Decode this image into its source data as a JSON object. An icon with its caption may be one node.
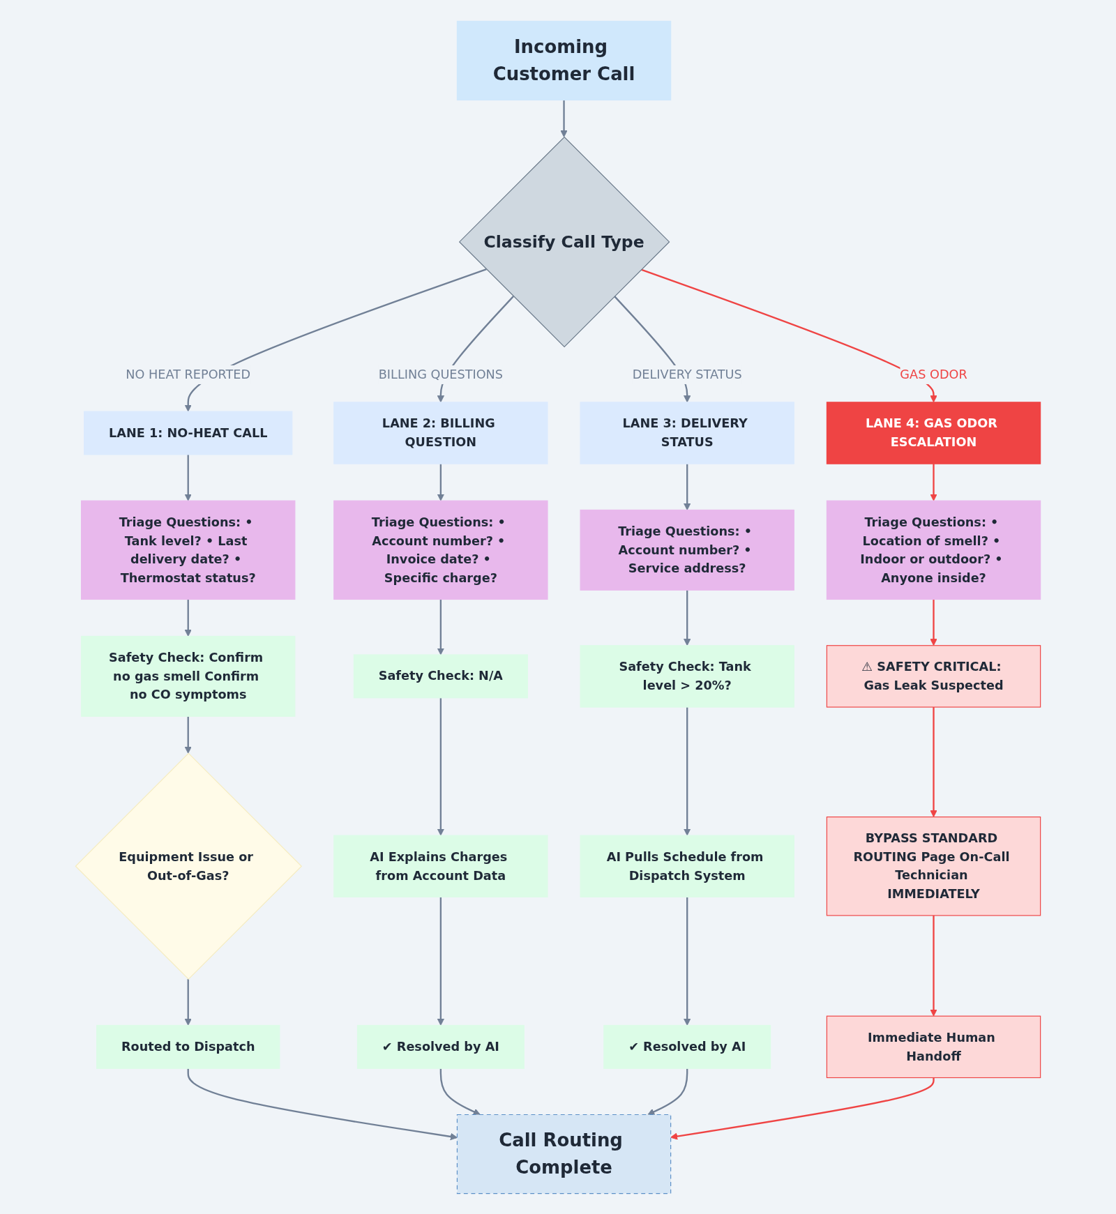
{
  "diagram": {
    "nodes": [
      {
        "text": [
          "Incoming Customer Call"
        ]
      },
      {
        "text": [
          "Classify Call Type"
        ]
      },
      {
        "text": [
          "LANE 1: NO-HEAT CALL"
        ]
      },
      {
        "text": [
          "Triage Questions: • Tank level? • Last delivery date? • Thermostat status?"
        ]
      },
      {
        "text": [
          "Safety Check: Confirm no gas smell Confirm no CO symptoms"
        ]
      },
      {
        "text": [
          "Equipment Issue or Out-of-Gas?"
        ]
      },
      {
        "text": [
          "Routed to Dispatch"
        ]
      },
      {
        "text": [
          "LANE 2: BILLING QUESTION"
        ]
      },
      {
        "text": [
          "Triage Questions: • Account number? • Invoice date? • Specific charge?"
        ]
      },
      {
        "text": [
          "Safety Check: N/A"
        ]
      },
      {
        "text": [
          "AI Explains Charges from Account Data"
        ]
      },
      {
        "text": [
          "✔ Resolved by AI"
        ]
      },
      {
        "text": [
          "LANE 3: DELIVERY STATUS"
        ]
      },
      {
        "text": [
          "Triage Questions: • Account number? • Service address?"
        ]
      },
      {
        "text": [
          "Safety Check: Tank level > 20%?"
        ]
      },
      {
        "text": [
          "AI Pulls Schedule from Dispatch System"
        ]
      },
      {
        "text": [
          "✔ Resolved by AI"
        ]
      },
      {
        "text": [
          "LANE 4: GAS ODOR ESCALATION"
        ]
      },
      {
        "text": [
          "Triage Questions: • Location of smell? • Indoor or outdoor? • Anyone inside?"
        ]
      },
      {
        "text": [
          "⚠ SAFETY CRITICAL: Gas Leak Suspected"
        ]
      },
      {
        "text": [
          "BYPASS STANDARD ROUTING Page On-Call Technician IMMEDIATELY"
        ]
      },
      {
        "text": [
          "Immediate Human Handoff"
        ]
      },
      {
        "text": [
          "Call Routing Complete"
        ]
      }
    ],
    "edges": [
      {
        "from": 0,
        "to": 1,
        "arrow": "to"
      },
      {
        "from": 1,
        "to": 2,
        "arrow": "to",
        "label": "NO HEAT REPORTED"
      },
      {
        "from": 1,
        "to": 7,
        "arrow": "to",
        "label": "BILLING QUESTIONS"
      },
      {
        "from": 1,
        "to": 12,
        "arrow": "to",
        "label": "DELIVERY STATUS"
      },
      {
        "from": 1,
        "to": 17,
        "arrow": "to",
        "label": "GAS ODOR",
        "color": "#ef4444"
      },
      {
        "from": 2,
        "to": 3,
        "arrow": "to"
      },
      {
        "from": 3,
        "to": 4,
        "arrow": "to"
      },
      {
        "from": 4,
        "to": 5,
        "arrow": "to"
      },
      {
        "from": 5,
        "to": 6,
        "arrow": "to"
      },
      {
        "from": 7,
        "to": 8,
        "arrow": "to"
      },
      {
        "from": 8,
        "to": 9,
        "arrow": "to"
      },
      {
        "from": 9,
        "to": 10,
        "arrow": "to"
      },
      {
        "from": 10,
        "to": 11,
        "arrow": "to"
      },
      {
        "from": 12,
        "to": 13,
        "arrow": "to"
      },
      {
        "from": 13,
        "to": 14,
        "arrow": "to"
      },
      {
        "from": 14,
        "to": 15,
        "arrow": "to"
      },
      {
        "from": 15,
        "to": 16,
        "arrow": "to"
      },
      {
        "from": 17,
        "to": 18,
        "arrow": "to",
        "color": "#ef4444"
      },
      {
        "from": 18,
        "to": 19,
        "arrow": "to",
        "color": "#ef4444"
      },
      {
        "from": 19,
        "to": 20,
        "arrow": "to",
        "color": "#ef4444"
      },
      {
        "from": 20,
        "to": 21,
        "arrow": "to",
        "color": "#ef4444"
      },
      {
        "from": 6,
        "to": 22,
        "arrow": "to"
      },
      {
        "from": 11,
        "to": 22,
        "arrow": "to"
      },
      {
        "from": 16,
        "to": 22,
        "arrow": "to"
      },
      {
        "from": 21,
        "to": 22,
        "arrow": "to",
        "color": "#ef4444"
      }
    ]
  }
}
